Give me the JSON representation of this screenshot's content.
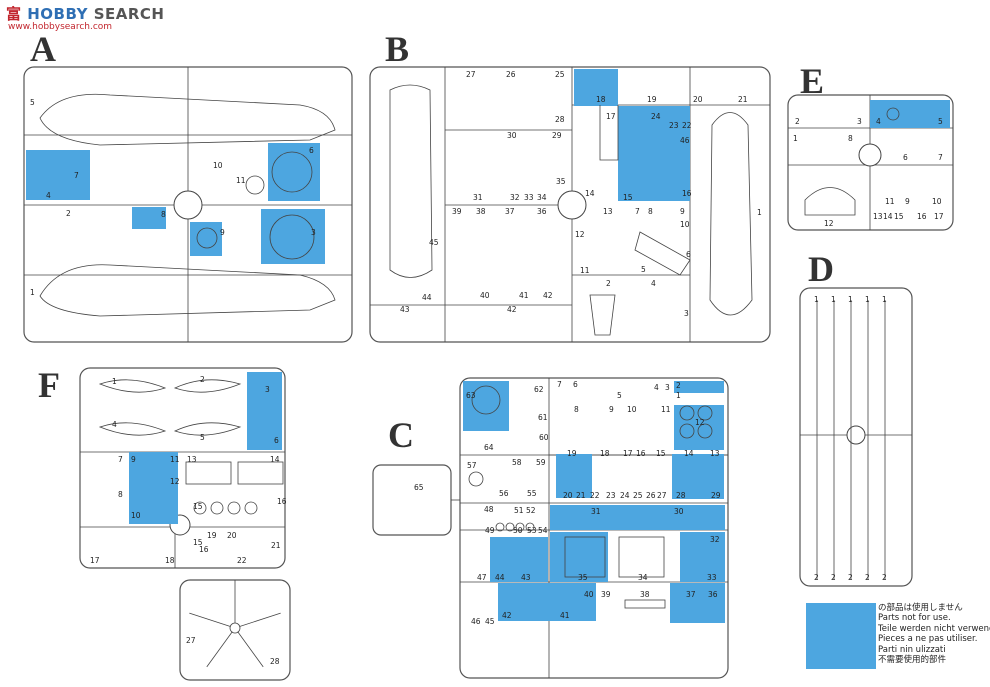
{
  "watermark": {
    "part1": "富",
    "part2": "HOBBY",
    "part3": "SEARCH",
    "sub": "www.hobbysearch.com"
  },
  "colors": {
    "highlight": "#4da6e0",
    "line": "#444444",
    "frame": "#555555"
  },
  "sprues": [
    {
      "letter": "A",
      "parts": [
        "1",
        "2",
        "3",
        "4",
        "5",
        "6",
        "7",
        "8",
        "9",
        "10",
        "11"
      ]
    },
    {
      "letter": "B",
      "parts": [
        "1",
        "2",
        "3",
        "4",
        "5",
        "6",
        "7",
        "8",
        "9",
        "10",
        "11",
        "12",
        "13",
        "14",
        "15",
        "16",
        "17",
        "18",
        "19",
        "20",
        "21",
        "22",
        "23",
        "24",
        "25",
        "26",
        "27",
        "28",
        "29",
        "30",
        "31",
        "32",
        "33",
        "34",
        "35",
        "36",
        "37",
        "38",
        "39",
        "40",
        "41",
        "42",
        "43",
        "44",
        "45",
        "46"
      ]
    },
    {
      "letter": "C",
      "parts": [
        "1",
        "2",
        "3",
        "4",
        "5",
        "6",
        "7",
        "8",
        "9",
        "10",
        "11",
        "12",
        "13",
        "14",
        "15",
        "16",
        "17",
        "18",
        "19",
        "20",
        "21",
        "22",
        "23",
        "24",
        "25",
        "26",
        "27",
        "28",
        "29",
        "30",
        "31",
        "32",
        "33",
        "34",
        "35",
        "36",
        "37",
        "38",
        "39",
        "40",
        "41",
        "42",
        "43",
        "44",
        "45",
        "46",
        "47",
        "48",
        "49",
        "50",
        "51",
        "52",
        "53",
        "54",
        "55",
        "56",
        "57",
        "58",
        "59",
        "60",
        "61",
        "62",
        "63",
        "64",
        "65"
      ]
    },
    {
      "letter": "D",
      "parts": [
        "1",
        "2"
      ]
    },
    {
      "letter": "E",
      "parts": [
        "1",
        "2",
        "3",
        "4",
        "5",
        "6",
        "7",
        "8",
        "9",
        "10",
        "11",
        "12",
        "13",
        "14",
        "15",
        "16",
        "17"
      ]
    },
    {
      "letter": "F",
      "parts": [
        "1",
        "2",
        "3",
        "4",
        "5",
        "6",
        "7",
        "8",
        "9",
        "10",
        "11",
        "12",
        "13",
        "14",
        "15",
        "16",
        "17",
        "18",
        "19",
        "20",
        "21",
        "22",
        "27",
        "28"
      ]
    }
  ],
  "legend": {
    "jp": "の部品は使用しません",
    "en": "Parts not for use.",
    "de": "Teile werden nicht verwendet.",
    "fr": "Pieces a ne pas utiliser.",
    "it": "Parti nin ulizzati",
    "zh": "不需要使用的部件"
  }
}
